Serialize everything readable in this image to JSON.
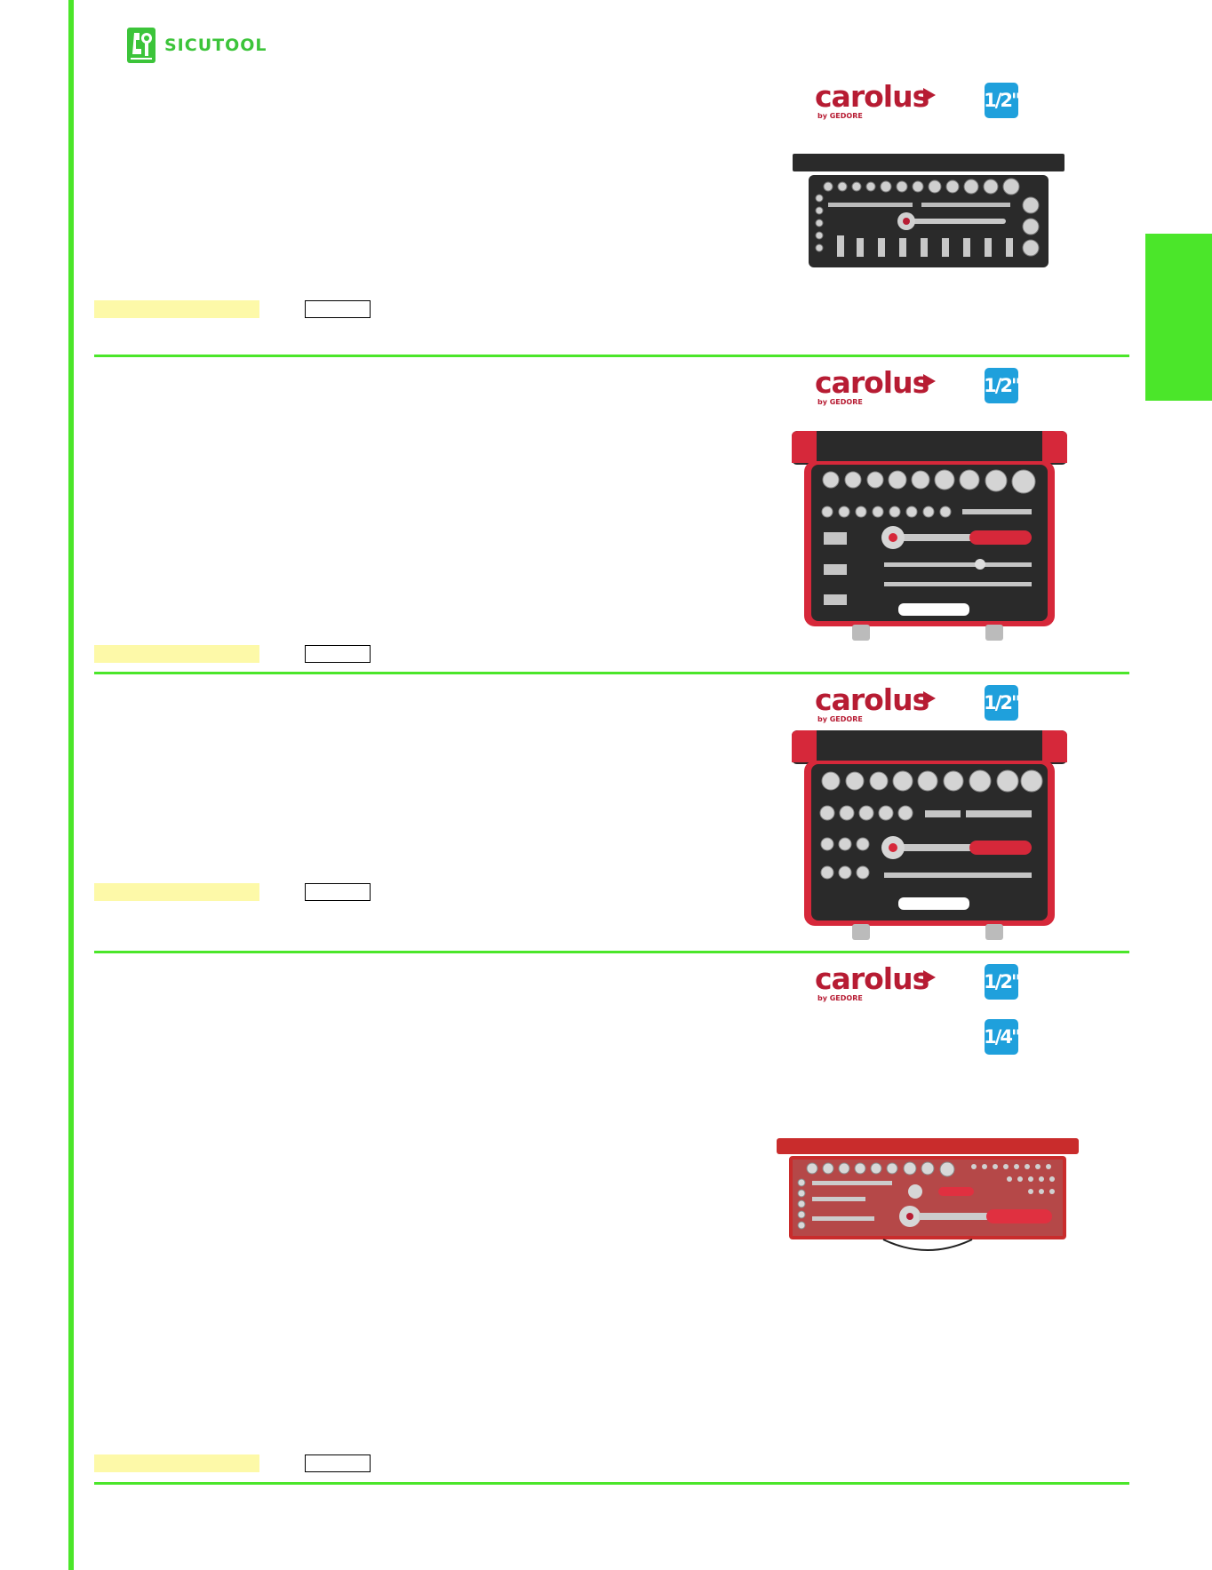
{
  "colors": {
    "accent_green": "#4be62a",
    "label_yellow": "#fdf9a8",
    "brand_red": "#b71c33",
    "badge_blue": "#1fa0dc",
    "case_black": "#2a2a2a",
    "case_red": "#d6283a"
  },
  "header": {
    "logo_text": "SICUTOOL",
    "logo_icon": "sicutool-wrench-icon"
  },
  "sections": [
    {
      "brand": {
        "name": "carolus",
        "by": "by GEDORE"
      },
      "badges": [
        "1/2\""
      ],
      "product_icon": "socket-set-tray-black"
    },
    {
      "brand": {
        "name": "carolus",
        "by": "by GEDORE"
      },
      "badges": [
        "1/2\""
      ],
      "product_icon": "socket-set-case-red-black"
    },
    {
      "brand": {
        "name": "carolus",
        "by": "by GEDORE"
      },
      "badges": [
        "1/2\""
      ],
      "product_icon": "socket-set-case-red-black"
    },
    {
      "brand": {
        "name": "carolus",
        "by": "by GEDORE"
      },
      "badges": [
        "1/2\"",
        "1/4\""
      ],
      "product_icon": "socket-set-metal-case-red"
    }
  ]
}
